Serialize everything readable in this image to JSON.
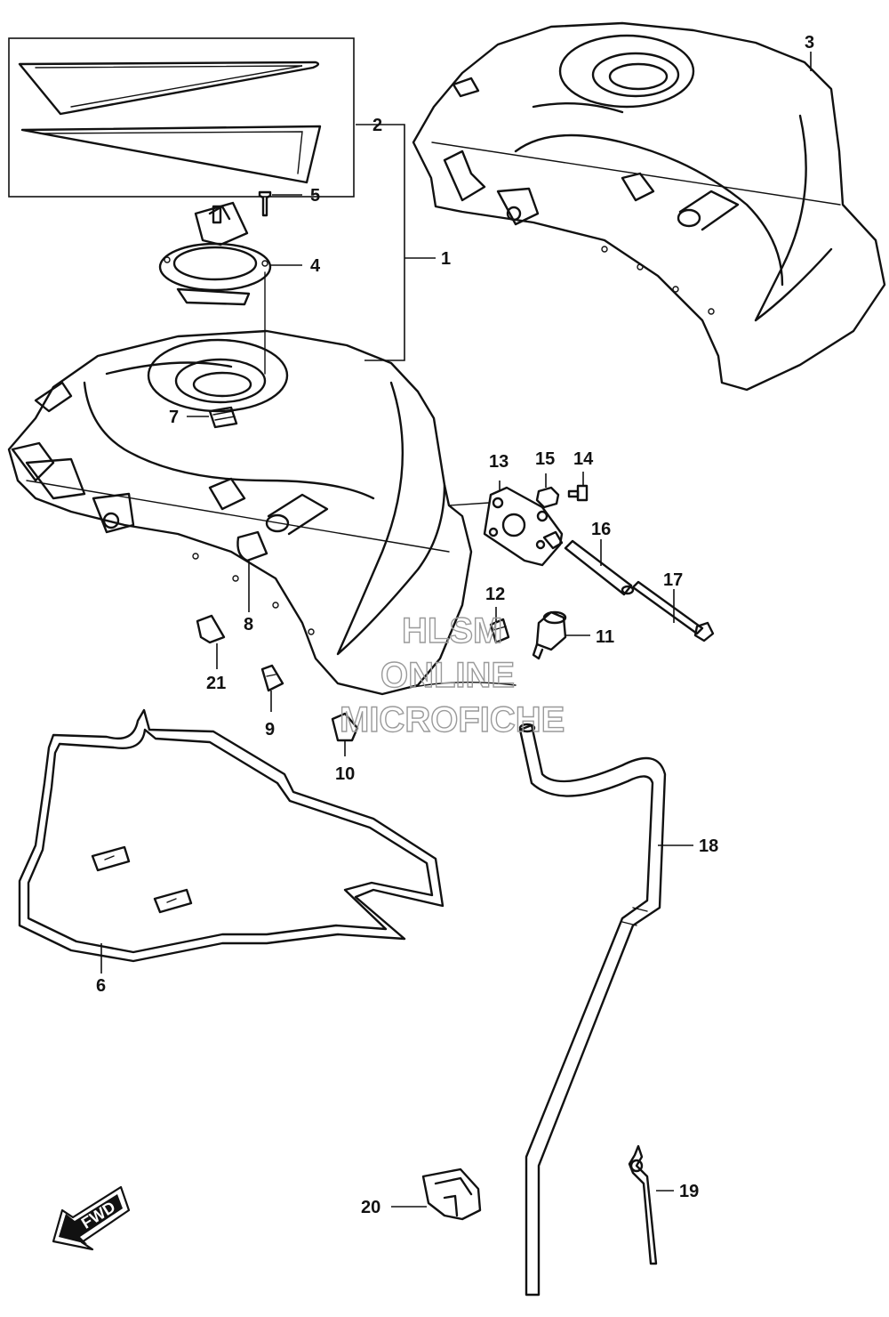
{
  "callouts": {
    "c1": "1",
    "c2": "2",
    "c3": "3",
    "c4": "4",
    "c5": "5",
    "c6": "6",
    "c7": "7",
    "c8": "8",
    "c9": "9",
    "c10": "10",
    "c11": "11",
    "c12": "12",
    "c13": "13",
    "c14": "14",
    "c15": "15",
    "c16": "16",
    "c17": "17",
    "c18": "18",
    "c19": "19",
    "c20": "20",
    "c21": "21"
  },
  "watermark": {
    "line1": "HLSM",
    "line2": "ONLINE",
    "line3": "MICROFICHE"
  },
  "fwd_label": "FWD"
}
